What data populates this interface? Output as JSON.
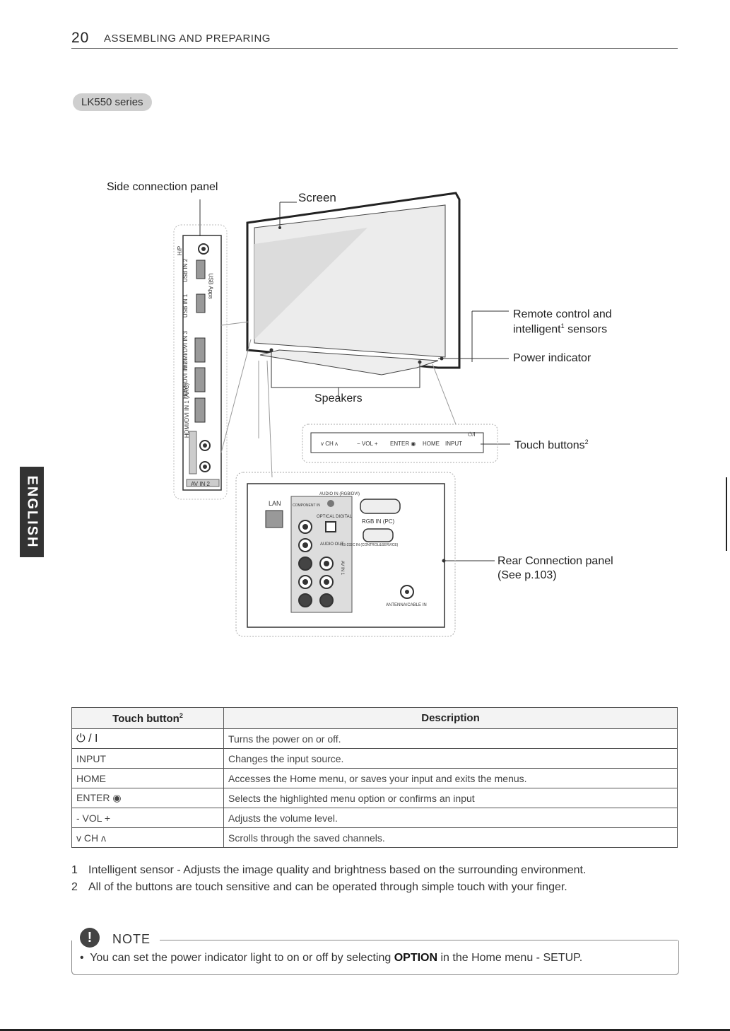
{
  "header": {
    "page_number": "20",
    "section_title": "ASSEMBLING AND PREPARING"
  },
  "series_badge": "LK550 series",
  "language_tab": "ENGLISH",
  "diagram": {
    "side_panel_label": "Side connection panel",
    "screen_label": "Screen",
    "sensors_label_line1": "Remote control and",
    "sensors_label_line2_pre": "intelligent",
    "sensors_label_sup": "1",
    "sensors_label_line2_post": " sensors",
    "power_indicator_label": "Power indicator",
    "speakers_label": "Speakers",
    "touch_buttons_label": "Touch buttons",
    "touch_buttons_sup": "2",
    "rear_panel_label_line1": "Rear Connection panel",
    "rear_panel_label_line2": "(See p.103)",
    "touch_strip": {
      "ch": "v CH ʌ",
      "vol": "− VOL +",
      "enter": "ENTER ◉",
      "home": "HOME",
      "input": "INPUT",
      "power": "⏻/I"
    },
    "side_ports": {
      "hp": "H/P",
      "usb2": "USB IN 2",
      "usb1": "USB IN 1",
      "usb_apps": "USB Apps",
      "hdmi3": "HDMI/DVI IN 3",
      "hdmi2": "HDMI/DVI IN 2",
      "hdmi1": "HDMI/DVI IN 1 (ARC)",
      "av2": "AV IN 2"
    },
    "rear_ports": {
      "lan": "LAN",
      "audio_in": "AUDIO IN (RGB/DVI)",
      "optical": "OPTICAL DIGITAL",
      "audio_out": "AUDIO OUT",
      "rgb": "RGB IN (PC)",
      "rs232": "RS-232C IN (CONTROL&SERVICE)",
      "component": "COMPONENT IN",
      "av1": "AV IN 1",
      "antenna": "ANTENNA/CABLE IN"
    }
  },
  "table": {
    "col1_header": "Touch button",
    "col1_header_sup": "2",
    "col2_header": "Description",
    "rows": [
      {
        "button": "⏻ / I",
        "description": "Turns the power on or off."
      },
      {
        "button": "INPUT",
        "description": "Changes the input source."
      },
      {
        "button": "HOME",
        "description": "Accesses the Home menu, or saves your input and exits the menus."
      },
      {
        "button": "ENTER ◉",
        "description": "Selects the highlighted menu option or confirms an input"
      },
      {
        "button": "- VOL +",
        "description": "Adjusts the volume level."
      },
      {
        "button": "v CH ʌ",
        "description": "Scrolls through the saved channels."
      }
    ]
  },
  "footnotes": [
    {
      "num": "1",
      "text": "Intelligent sensor - Adjusts the image quality and brightness based on the surrounding environment."
    },
    {
      "num": "2",
      "text": "All of the buttons are touch sensitive and can be operated through simple touch with your finger."
    }
  ],
  "note": {
    "icon": "!",
    "title": "NOTE",
    "text_pre": "You can set the power indicator light to on or off by selecting ",
    "text_bold": "OPTION",
    "text_post": " in the Home menu - SETUP."
  }
}
